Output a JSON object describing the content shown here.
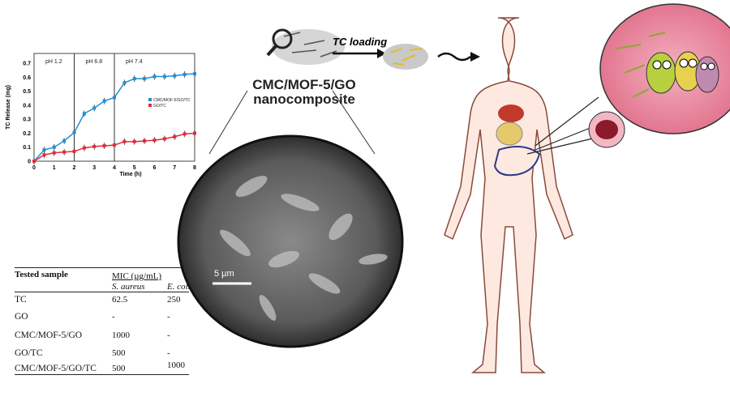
{
  "chart_data": {
    "type": "line",
    "xlabel": "Time (h)",
    "ylabel": "TC Release (mg)",
    "xlim": [
      0,
      8
    ],
    "ylim": [
      0,
      0.77
    ],
    "xticks": [
      "0",
      "1",
      "2",
      "3",
      "4",
      "5",
      "6",
      "7",
      "8"
    ],
    "yticks": [
      "0",
      "0.1",
      "0.2",
      "0.3",
      "0.4",
      "0.5",
      "0.6",
      "0.7"
    ],
    "regions": [
      "pH 1.2",
      "pH 6.8",
      "pH 7.4"
    ],
    "region_boundaries": [
      2,
      4
    ],
    "legend_position": "right",
    "x": [
      0,
      0.5,
      1,
      1.5,
      2,
      2.5,
      3,
      3.5,
      4,
      4.5,
      5,
      5.5,
      6,
      6.5,
      7,
      7.5,
      8
    ],
    "series": [
      {
        "name": "CMC/MOF-5/GO/TC",
        "color": "#1f8fd6",
        "values": [
          0,
          0.08,
          0.1,
          0.145,
          0.205,
          0.34,
          0.38,
          0.43,
          0.455,
          0.56,
          0.59,
          0.59,
          0.605,
          0.605,
          0.61,
          0.62,
          0.625
        ]
      },
      {
        "name": "GO/TC",
        "color": "#e8283c",
        "values": [
          0,
          0.045,
          0.06,
          0.065,
          0.07,
          0.095,
          0.105,
          0.11,
          0.115,
          0.14,
          0.14,
          0.145,
          0.15,
          0.16,
          0.175,
          0.195,
          0.2
        ]
      }
    ]
  },
  "table": {
    "header_sample": "Tested sample",
    "header_mic": "MIC (µg/mL)",
    "col1": "S. aureus",
    "col2": "E. coli",
    "rows": [
      {
        "sample": "TC",
        "s_aureus": "62.5",
        "e_coli": "250"
      },
      {
        "sample": "GO",
        "s_aureus": "-",
        "e_coli": "-"
      },
      {
        "sample": "CMC/MOF-5/GO",
        "s_aureus": "1000",
        "e_coli": "-"
      },
      {
        "sample": "GO/TC",
        "s_aureus": "500",
        "e_coli": "-"
      },
      {
        "sample": "CMC/MOF-5/GO/TC",
        "s_aureus": "500",
        "e_coli": "1000"
      }
    ]
  },
  "diagram": {
    "nanocomposite_label_1": "CMC/MOF-5/GO",
    "nanocomposite_label_2": "nanocomposite",
    "tc_loading": "TC loading",
    "scale_bar": "5 µm"
  }
}
